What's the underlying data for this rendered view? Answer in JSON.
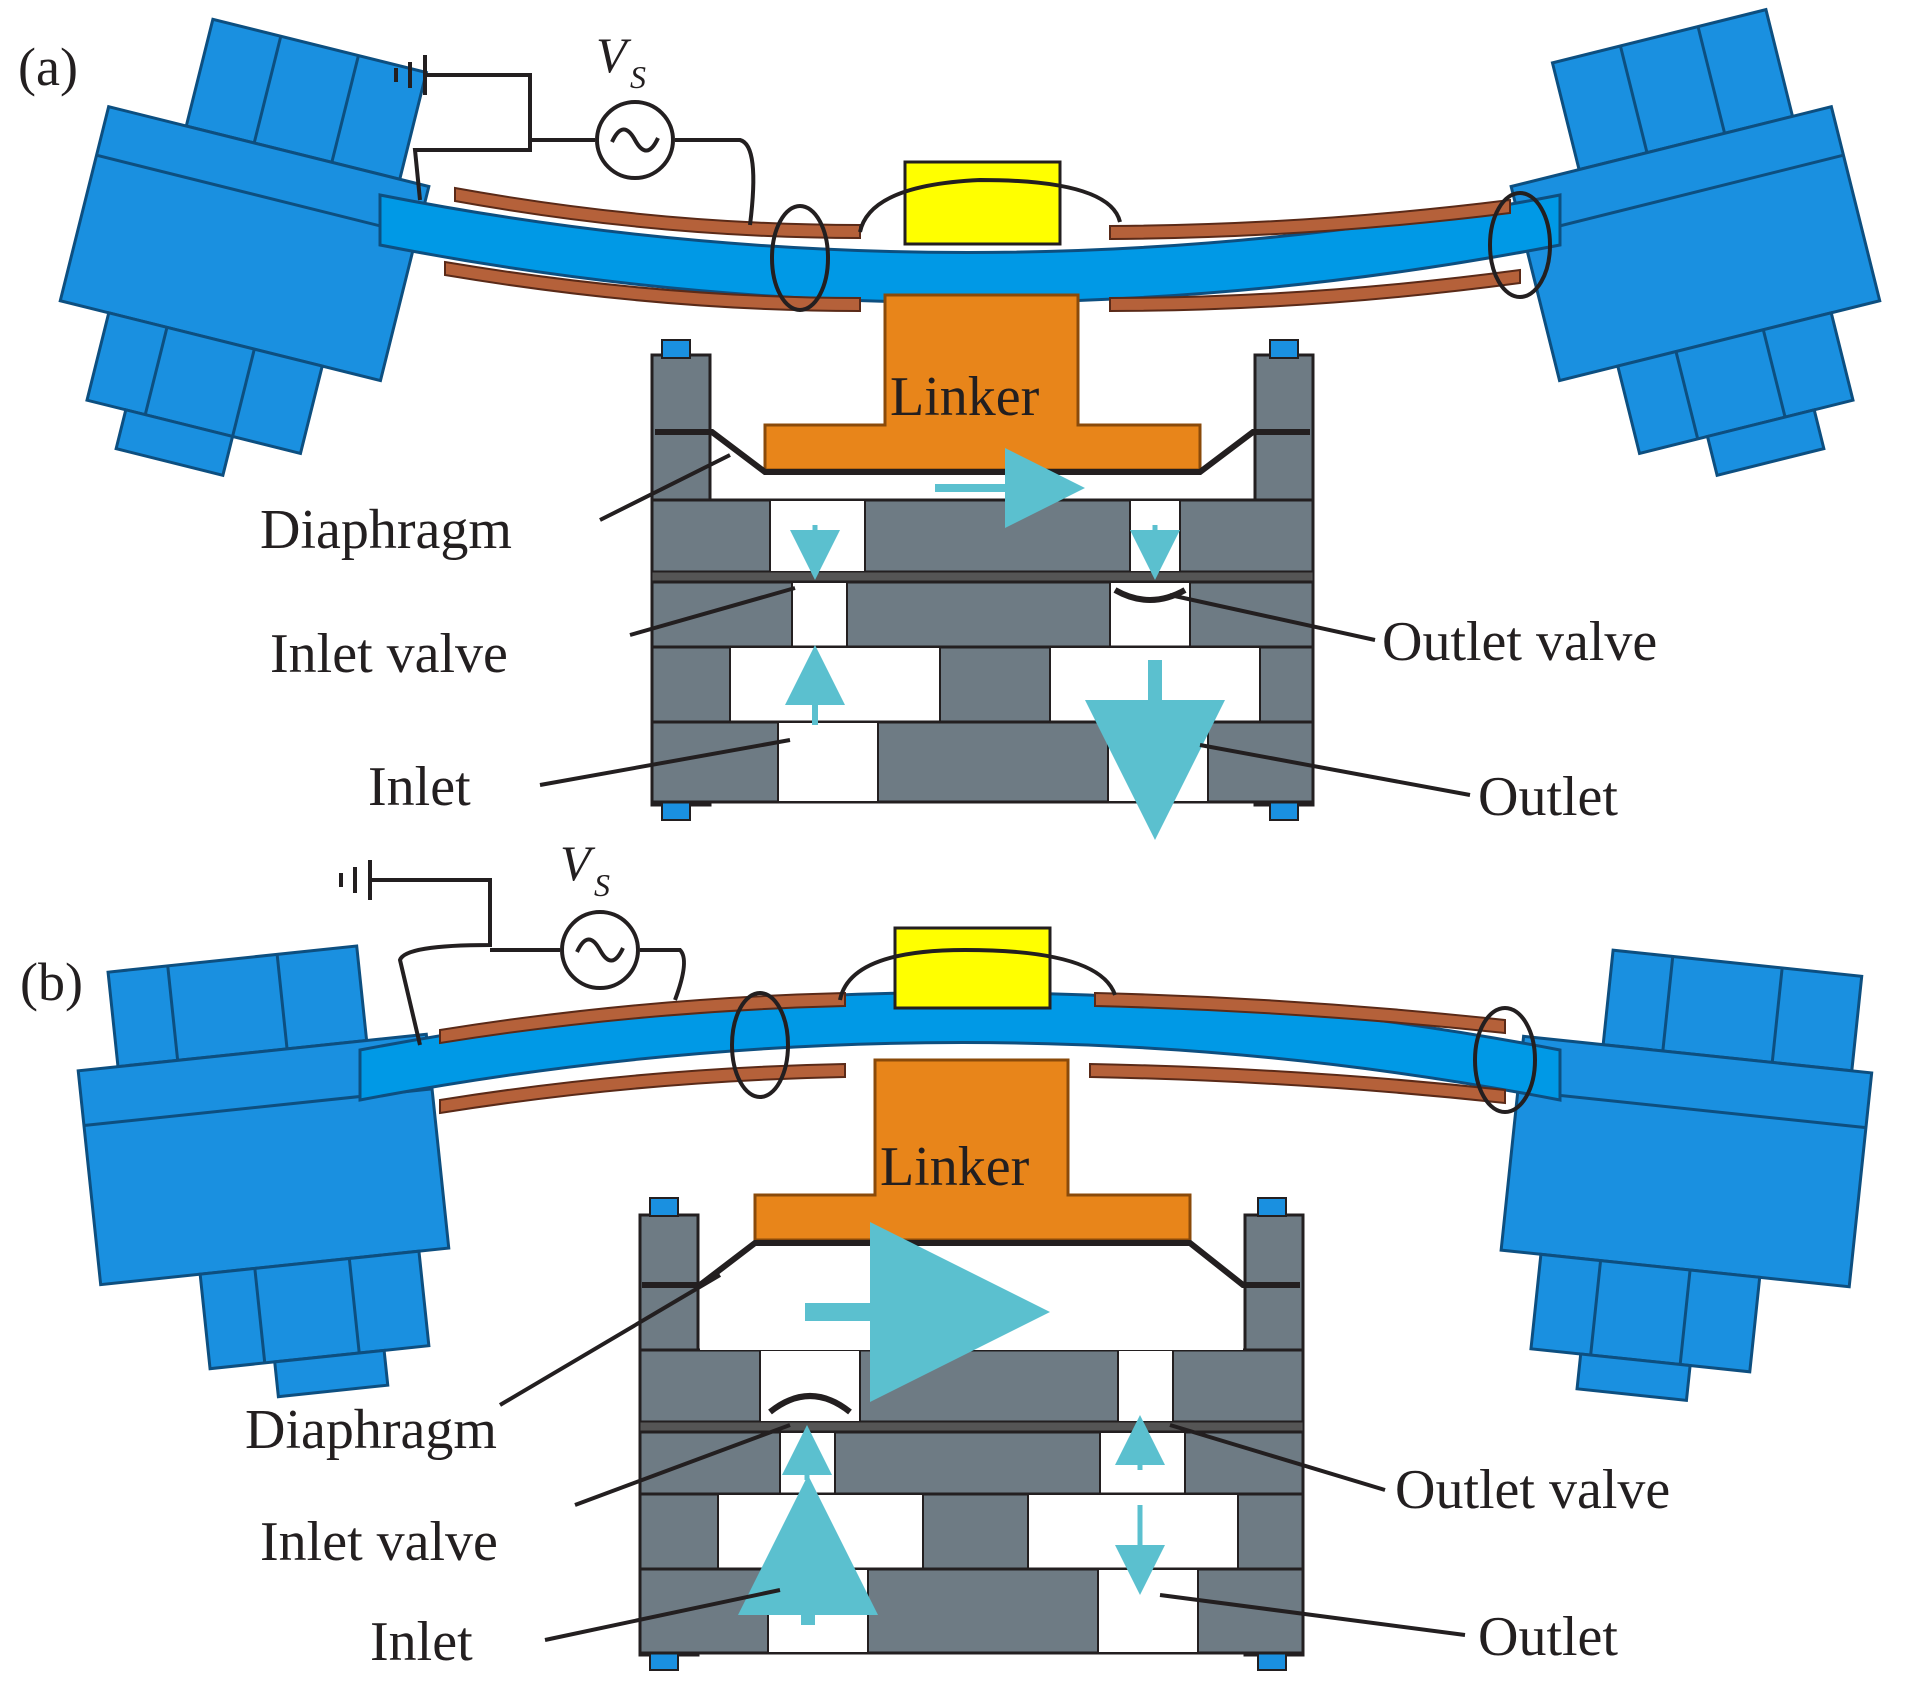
{
  "figure": {
    "panels": [
      {
        "id": "a",
        "label": "(a)",
        "source_label": "V",
        "source_subscript": "S",
        "labels": {
          "linker": "Linker",
          "diaphragm": "Diaphragm",
          "inlet_valve": "Inlet valve",
          "outlet_valve": "Outlet valve",
          "inlet": "Inlet",
          "outlet": "Outlet"
        }
      },
      {
        "id": "b",
        "label": "(b)",
        "source_label": "V",
        "source_subscript": "S",
        "labels": {
          "linker": "Linker",
          "diaphragm": "Diaphragm",
          "inlet_valve": "Inlet valve",
          "outlet_valve": "Outlet valve",
          "inlet": "Inlet",
          "outlet": "Outlet"
        }
      }
    ],
    "colors": {
      "beam": "#0099e6",
      "clamp": "#1a90e0",
      "piezo": "#b5613a",
      "mass": "#ffff00",
      "linker": "#e8851a",
      "pump_body": "#6e7b84",
      "flow_arrow": "#5bc0cf",
      "wire": "#231f20"
    }
  }
}
